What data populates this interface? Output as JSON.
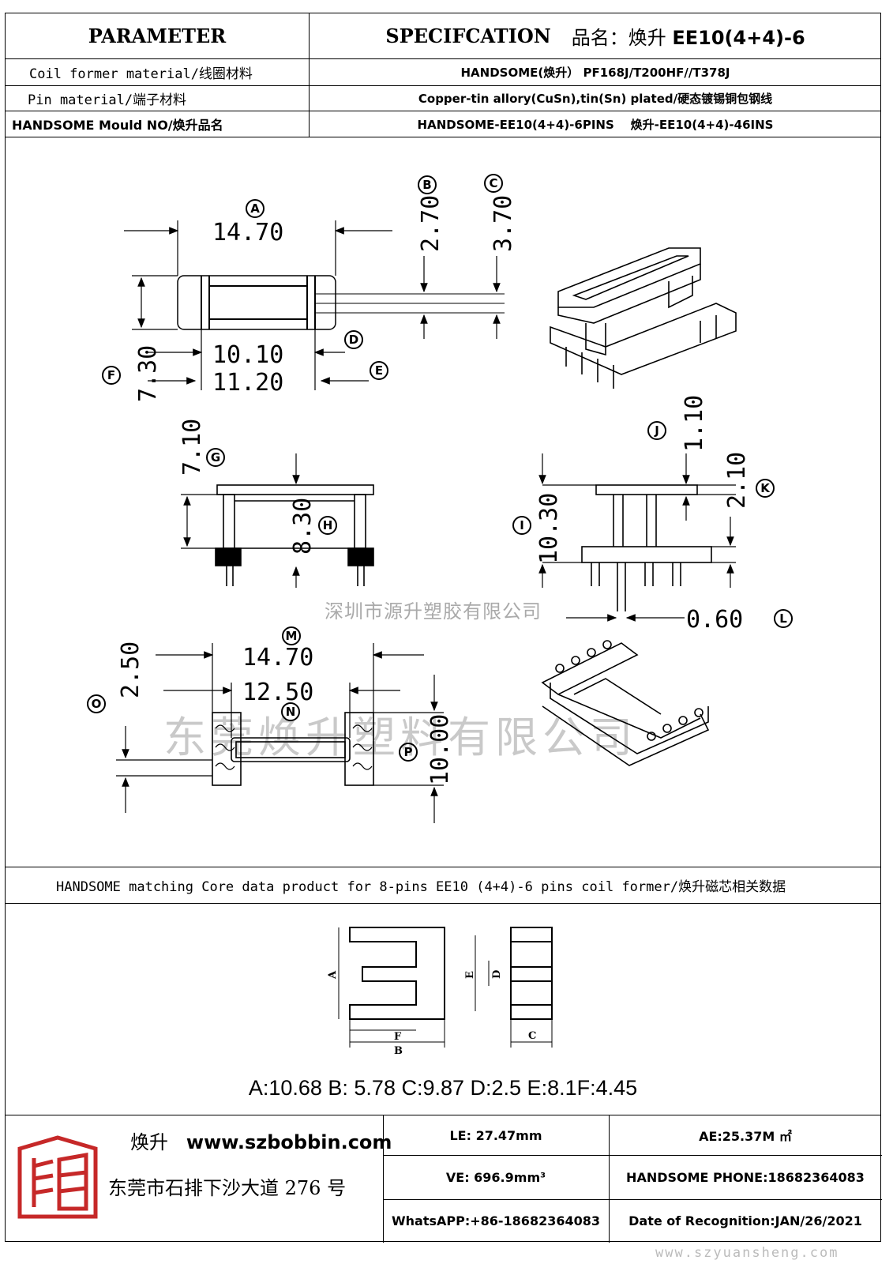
{
  "header": {
    "parameter": "PARAMETER",
    "specification": "SPECIFCATION",
    "product_name_label": "品名：焕升",
    "product_model": "EE10(4+4)-6"
  },
  "rows": [
    {
      "label": "Coil former material/线圈材料",
      "value": "HANDSOME(焕升） PF168J/T200HF//T378J"
    },
    {
      "label": "Pin material/端子材料",
      "value": "Copper-tin allory(CuSn),tin(Sn) plated/硬态镀锡铜包钢线"
    },
    {
      "label": "HANDSOME Mould NO/焕升品名",
      "value": "HANDSOME-EE10(4+4)-6PINS    焕升-EE10(4+4)-46INS"
    }
  ],
  "drawing": {
    "dims": {
      "A": "14.70",
      "B": "2.70",
      "C": "3.70",
      "D": "10.10",
      "E": "11.20",
      "F": "7.30",
      "G": "7.10",
      "H": "8.30",
      "I": "10.30",
      "J": "1.10",
      "K": "2.10",
      "L": "0.60",
      "M": "14.70",
      "N": "12.50",
      "O": "2.50",
      "P": "10.00"
    },
    "watermark_1": "深圳市源升塑胶有限公司",
    "watermark_2": "东莞焕升塑料有限公司"
  },
  "core": {
    "title": "HANDSOME matching Core data  product for 8-pins EE10 (4+4)-6 pins coil former/焕升磁芯相关数据",
    "letters": [
      "A",
      "B",
      "C",
      "D",
      "E",
      "F"
    ],
    "values": "A:10.68 B: 5.78 C:9.87 D:2.5 E:8.1F:4.45"
  },
  "footer": {
    "brand": "焕升",
    "website": "www.szbobbin.com",
    "address": "东莞市石排下沙大道 276 号",
    "le": "LE: 27.47mm",
    "ae": "AE:25.37M ㎡",
    "ve": "VE: 696.9mm³",
    "phone": "HANDSOME PHONE:18682364083",
    "whatsapp": "WhatsAPP:+86-18682364083",
    "date": "Date of Recognition:JAN/26/2021",
    "corner_url": "www.szyuansheng.com"
  },
  "colors": {
    "logo_red": "#c62828",
    "line": "#000000",
    "watermark": "#c9c9c9"
  }
}
